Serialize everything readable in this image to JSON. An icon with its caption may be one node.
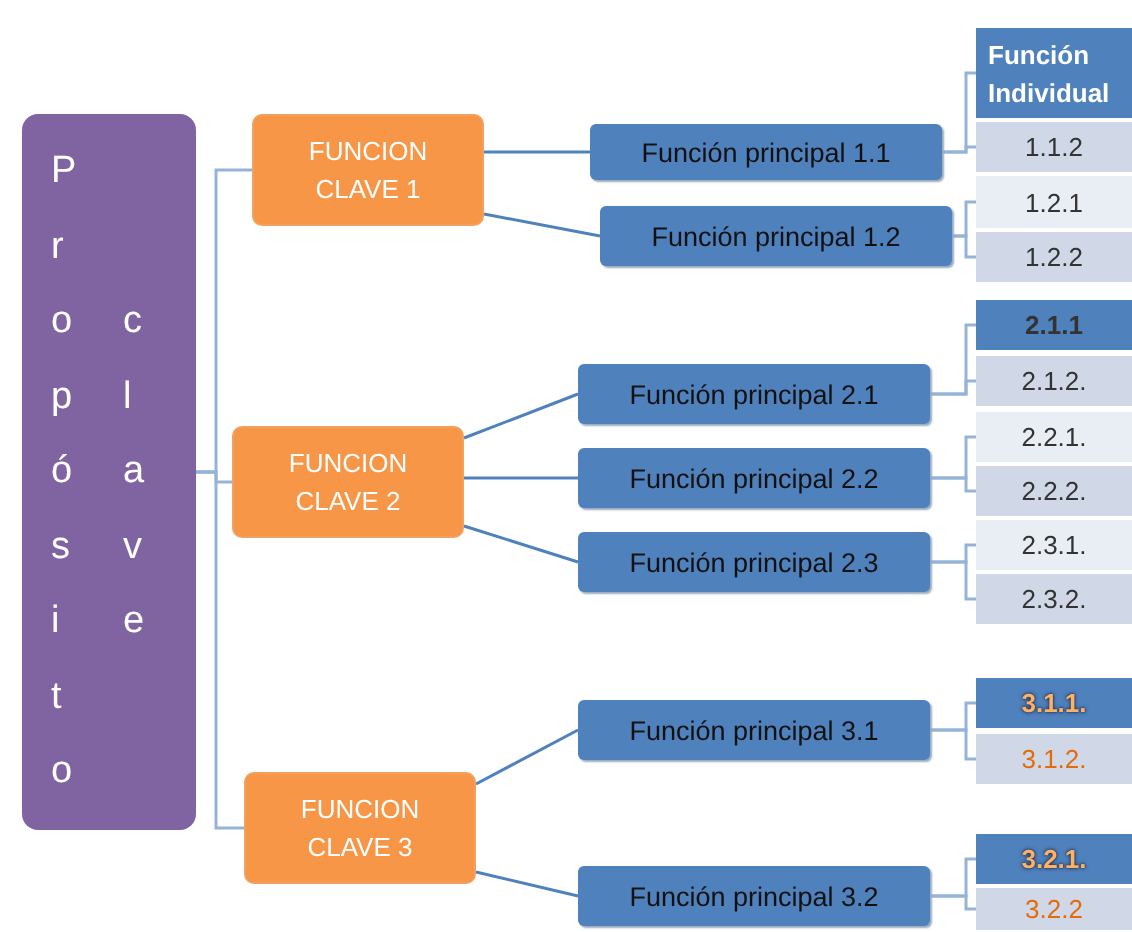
{
  "diagram": {
    "nodes": [
      {
        "text": [
          "Propósito",
          "clave"
        ]
      },
      {
        "text": [
          "FUNCION CLAVE 1"
        ]
      },
      {
        "text": [
          "FUNCION CLAVE 2"
        ]
      },
      {
        "text": [
          "FUNCION CLAVE 3"
        ]
      },
      {
        "text": [
          "Función principal 1.1"
        ]
      },
      {
        "text": [
          "Función principal 1.2"
        ]
      },
      {
        "text": [
          "Función principal 2.1"
        ]
      },
      {
        "text": [
          "Función principal 2.2"
        ]
      },
      {
        "text": [
          "Función principal 2.3"
        ]
      },
      {
        "text": [
          "Función principal 3.1"
        ]
      },
      {
        "text": [
          "Función principal 3.2"
        ]
      },
      {
        "text": [
          "Función Individual"
        ]
      },
      {
        "text": [
          "1.1.2"
        ]
      },
      {
        "text": [
          "1.2.1"
        ]
      },
      {
        "text": [
          "1.2.2"
        ]
      },
      {
        "text": [
          "2.1.1"
        ]
      },
      {
        "text": [
          "2.1.2."
        ]
      },
      {
        "text": [
          "2.2.1."
        ]
      },
      {
        "text": [
          "2.2.2."
        ]
      },
      {
        "text": [
          "2.3.1."
        ]
      },
      {
        "text": [
          "2.3.2."
        ]
      },
      {
        "text": [
          "3.1.1."
        ]
      },
      {
        "text": [
          "3.1.2."
        ]
      },
      {
        "text": [
          "3.2.1."
        ]
      },
      {
        "text": [
          "3.2.2"
        ]
      }
    ],
    "edges": [
      {
        "from": 0,
        "to": 1,
        "arrow": "none"
      },
      {
        "from": 0,
        "to": 2,
        "arrow": "none"
      },
      {
        "from": 0,
        "to": 3,
        "arrow": "none"
      },
      {
        "from": 1,
        "to": 4,
        "arrow": "none",
        "color": "#4f81bd"
      },
      {
        "from": 1,
        "to": 5,
        "arrow": "none",
        "color": "#4f81bd"
      },
      {
        "from": 2,
        "to": 6,
        "arrow": "none",
        "color": "#4f81bd"
      },
      {
        "from": 2,
        "to": 7,
        "arrow": "none",
        "color": "#4f81bd"
      },
      {
        "from": 2,
        "to": 8,
        "arrow": "none",
        "color": "#4f81bd"
      },
      {
        "from": 3,
        "to": 9,
        "arrow": "none",
        "color": "#4f81bd"
      },
      {
        "from": 3,
        "to": 10,
        "arrow": "none",
        "color": "#4f81bd"
      },
      {
        "from": 4,
        "to": 11,
        "arrow": "none"
      },
      {
        "from": 4,
        "to": 12,
        "arrow": "none"
      },
      {
        "from": 5,
        "to": 13,
        "arrow": "none"
      },
      {
        "from": 5,
        "to": 14,
        "arrow": "none"
      },
      {
        "from": 6,
        "to": 15,
        "arrow": "none"
      },
      {
        "from": 6,
        "to": 16,
        "arrow": "none"
      },
      {
        "from": 7,
        "to": 17,
        "arrow": "none"
      },
      {
        "from": 7,
        "to": 18,
        "arrow": "none"
      },
      {
        "from": 8,
        "to": 19,
        "arrow": "none"
      },
      {
        "from": 8,
        "to": 20,
        "arrow": "none"
      },
      {
        "from": 9,
        "to": 21,
        "arrow": "none"
      },
      {
        "from": 9,
        "to": 22,
        "arrow": "none"
      },
      {
        "from": 10,
        "to": 23,
        "arrow": "none"
      },
      {
        "from": 10,
        "to": 24,
        "arrow": "none"
      }
    ]
  }
}
